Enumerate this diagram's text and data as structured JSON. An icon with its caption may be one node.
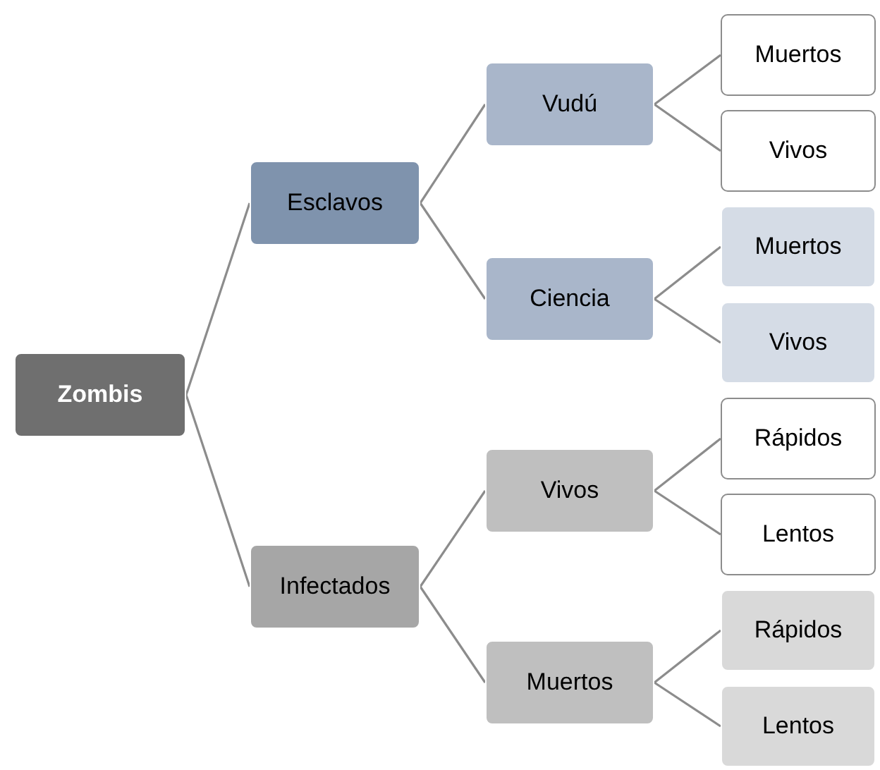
{
  "diagram": {
    "nodes": [
      {
        "text": [
          "Zombis"
        ]
      },
      {
        "text": [
          "Esclavos"
        ]
      },
      {
        "text": [
          "Vudú"
        ]
      },
      {
        "text": [
          "Muertos"
        ]
      },
      {
        "text": [
          "Vivos"
        ]
      },
      {
        "text": [
          "Ciencia"
        ]
      },
      {
        "text": [
          "Muertos"
        ]
      },
      {
        "text": [
          "Vivos"
        ]
      },
      {
        "text": [
          "Infectados"
        ]
      },
      {
        "text": [
          "Vivos"
        ]
      },
      {
        "text": [
          "Rápidos"
        ]
      },
      {
        "text": [
          "Lentos"
        ]
      },
      {
        "text": [
          "Muertos"
        ]
      },
      {
        "text": [
          "Rápidos"
        ]
      },
      {
        "text": [
          "Lentos"
        ]
      }
    ],
    "edges": [
      {
        "from": 0,
        "to": 1,
        "arrow": "none"
      },
      {
        "from": 0,
        "to": 8,
        "arrow": "none"
      },
      {
        "from": 1,
        "to": 2,
        "arrow": "none"
      },
      {
        "from": 1,
        "to": 5,
        "arrow": "none"
      },
      {
        "from": 2,
        "to": 3,
        "arrow": "none"
      },
      {
        "from": 2,
        "to": 4,
        "arrow": "none"
      },
      {
        "from": 5,
        "to": 6,
        "arrow": "none"
      },
      {
        "from": 5,
        "to": 7,
        "arrow": "none"
      },
      {
        "from": 8,
        "to": 9,
        "arrow": "none"
      },
      {
        "from": 8,
        "to": 12,
        "arrow": "none"
      },
      {
        "from": 9,
        "to": 10,
        "arrow": "none"
      },
      {
        "from": 9,
        "to": 11,
        "arrow": "none"
      },
      {
        "from": 12,
        "to": 13,
        "arrow": "none"
      },
      {
        "from": 12,
        "to": 14,
        "arrow": "none"
      }
    ]
  }
}
